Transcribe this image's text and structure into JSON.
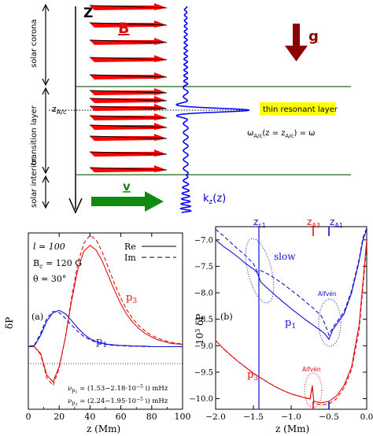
{
  "top": {
    "axis_z": "Z",
    "label_B": "B",
    "label_g": "g",
    "label_v": "v",
    "label_kz_main": "k",
    "label_kz_sub": "z",
    "label_kz_arg": "(z)",
    "label_zAc_main": "z",
    "label_zAc_sub": "A/c",
    "resonant_layer": "thin resonant layer",
    "res_eq_omega": "ω",
    "res_eq_sub": "A/c",
    "res_eq_mid": "(z = z",
    "res_eq_sub2": "A/c",
    "res_eq_end": ") = ω",
    "region_corona": "solar corona",
    "region_transition": "transition layer",
    "region_interior": "solar interior",
    "colors": {
      "field_arrow": "#ff0000",
      "wave": "#0000ff",
      "g_arrow": "#8b0000",
      "v_arrow": "#118a11",
      "boundary": "#1e6b1e",
      "highlight": "#ffff00"
    }
  },
  "panel_a": {
    "panel_label": "(a)",
    "ylabel": "δP",
    "xlabel": "z  (Mm)",
    "param_l": "l = 100",
    "param_B": "B",
    "param_B_sub": "c",
    "param_B_val": " = 120 G",
    "param_theta": "θ = 30°",
    "legend_re": "Re",
    "legend_im": "Im",
    "curve_p3": "p",
    "curve_p3_sub": "3",
    "curve_p1": "p",
    "curve_p1_sub": "1",
    "nu_p1_lhs": "ν",
    "nu_p1_sub": "p",
    "nu_p1_subsub": "1",
    "nu_p1_rhs": " = (1.53−2.18⋅10",
    "nu_p1_exp": "−5",
    "nu_p1_tail": " i) mHz",
    "nu_p3_lhs": "ν",
    "nu_p3_sub": "p",
    "nu_p3_subsub": "3",
    "nu_p3_rhs": " = (2.24−1.95⋅10",
    "nu_p3_exp": "−5",
    "nu_p3_tail": " i) mHz",
    "x_ticks": [
      "0",
      "20",
      "40",
      "60",
      "80",
      "100"
    ]
  },
  "panel_b": {
    "panel_label": "(b)",
    "ylabel_pre": "10",
    "ylabel_exp": "3",
    "ylabel_post": " δP",
    "xlabel": "z  (Mm)",
    "label_slow": "slow",
    "label_alfven_1": "Alfvén",
    "label_alfven_2": "Alfvén",
    "curve_p1": "p",
    "curve_p1_sub": "1",
    "curve_p3": "p",
    "curve_p3_sub": "3",
    "mark_zc1": "z",
    "mark_zc1_sub": "c1",
    "mark_zA3": "z",
    "mark_zA3_sub": "A3",
    "mark_zA1": "z",
    "mark_zA1_sub": "A1",
    "x_ticks": [
      "−2.0",
      "−1.5",
      "−1.0",
      "−0.5",
      "0.0"
    ],
    "y_ticks": [
      "−7.0",
      "−7.5",
      "−8.0",
      "−8.5",
      "−9.0",
      "−9.5",
      "−10.0"
    ]
  },
  "chart_data": [
    {
      "type": "line",
      "panel": "a",
      "xlabel": "z  (Mm)",
      "ylabel": "δP",
      "xlim": [
        0,
        100
      ],
      "x_ticks": [
        0,
        20,
        40,
        60,
        80,
        100
      ],
      "series": [
        {
          "name": "p3 Re",
          "x": [
            0,
            4,
            8,
            12,
            16,
            20,
            24,
            28,
            32,
            36,
            40,
            44,
            48,
            52,
            56,
            60,
            64,
            68,
            72,
            76,
            80,
            84,
            88,
            92,
            96,
            100
          ],
          "y": [
            0,
            0,
            -0.12,
            -0.5,
            -0.62,
            -0.35,
            0.15,
            0.8,
            1.35,
            1.68,
            1.78,
            1.7,
            1.5,
            1.24,
            0.98,
            0.75,
            0.56,
            0.42,
            0.31,
            0.23,
            0.17,
            0.12,
            0.09,
            0.06,
            0.05,
            0.04
          ]
        },
        {
          "name": "p3 Im",
          "x": [
            0,
            4,
            8,
            12,
            16,
            20,
            24,
            28,
            32,
            36,
            40,
            44,
            48,
            52,
            56,
            60,
            64,
            68,
            72,
            76,
            80,
            84,
            88,
            92,
            96,
            100
          ],
          "y": [
            0,
            0,
            -0.14,
            -0.55,
            -0.68,
            -0.38,
            0.16,
            0.86,
            1.45,
            1.82,
            1.96,
            1.88,
            1.66,
            1.38,
            1.1,
            0.85,
            0.64,
            0.48,
            0.36,
            0.27,
            0.2,
            0.15,
            0.11,
            0.08,
            0.06,
            0.05
          ]
        },
        {
          "name": "p1 Re",
          "x": [
            0,
            4,
            8,
            12,
            16,
            20,
            24,
            28,
            32,
            36,
            40,
            44,
            48,
            52,
            56,
            60,
            64,
            68,
            72,
            76,
            80,
            84,
            88,
            92,
            96,
            100
          ],
          "y": [
            0,
            0.02,
            0.2,
            0.45,
            0.6,
            0.64,
            0.58,
            0.46,
            0.33,
            0.22,
            0.14,
            0.09,
            0.06,
            0.04,
            0.03,
            0.02,
            0.02,
            0.01,
            0.01,
            0.01,
            0,
            0,
            0,
            0,
            0,
            0
          ]
        },
        {
          "name": "p1 Im",
          "x": [
            0,
            4,
            8,
            12,
            16,
            20,
            24,
            28,
            32,
            36,
            40,
            44,
            48,
            52,
            56,
            60,
            64,
            68,
            72,
            76,
            80,
            84,
            88,
            92,
            96,
            100
          ],
          "y": [
            0,
            0.03,
            0.24,
            0.5,
            0.62,
            0.6,
            0.5,
            0.38,
            0.27,
            0.18,
            0.12,
            0.08,
            0.05,
            0.03,
            0.02,
            0.02,
            0.01,
            0.01,
            0.01,
            0,
            0,
            0,
            0,
            0,
            0,
            0
          ]
        }
      ]
    },
    {
      "type": "line",
      "panel": "b",
      "xlabel": "z  (Mm)",
      "ylabel": "10³ δP",
      "xlim": [
        -2.0,
        0.0
      ],
      "ylim": [
        -10.2,
        -6.75
      ],
      "x_ticks": [
        -2.0,
        -1.5,
        -1.0,
        -0.5,
        0.0
      ],
      "y_ticks": [
        -7.0,
        -7.5,
        -8.0,
        -8.5,
        -9.0,
        -9.5,
        -10.0
      ],
      "series": [
        {
          "name": "p1 Re",
          "x": [
            -2.0,
            -1.9,
            -1.8,
            -1.7,
            -1.6,
            -1.5,
            -1.45,
            -1.4,
            -1.3,
            -1.2,
            -1.1,
            -1.0,
            -0.9,
            -0.8,
            -0.7,
            -0.6,
            -0.55,
            -0.5,
            -0.45,
            -0.4,
            -0.3,
            -0.2,
            -0.1,
            -0.05,
            0.0
          ],
          "y": [
            -7.0,
            -7.12,
            -7.22,
            -7.33,
            -7.45,
            -7.55,
            -7.62,
            -7.8,
            -7.93,
            -8.06,
            -8.18,
            -8.3,
            -8.41,
            -8.52,
            -8.62,
            -8.72,
            -8.78,
            -8.88,
            -8.7,
            -8.6,
            -8.4,
            -8.0,
            -7.4,
            -7.0,
            -6.8
          ]
        },
        {
          "name": "p1 Im",
          "x": [
            -2.0,
            -1.9,
            -1.8,
            -1.7,
            -1.6,
            -1.5,
            -1.45,
            -1.4,
            -1.3,
            -1.2,
            -1.1,
            -1.0,
            -0.9,
            -0.8,
            -0.7,
            -0.6,
            -0.55,
            -0.5,
            -0.45,
            -0.4,
            -0.3,
            -0.2,
            -0.1,
            -0.05,
            0.0
          ],
          "y": [
            -6.8,
            -6.92,
            -7.05,
            -7.18,
            -7.3,
            -7.45,
            -7.6,
            -7.58,
            -7.65,
            -7.74,
            -7.84,
            -7.95,
            -8.06,
            -8.18,
            -8.3,
            -8.44,
            -8.6,
            -8.8,
            -8.66,
            -8.56,
            -8.36,
            -7.96,
            -7.36,
            -6.96,
            -6.78
          ]
        },
        {
          "name": "p3 Re",
          "x": [
            -2.0,
            -1.9,
            -1.8,
            -1.7,
            -1.6,
            -1.5,
            -1.4,
            -1.3,
            -1.2,
            -1.1,
            -1.0,
            -0.9,
            -0.8,
            -0.75,
            -0.72,
            -0.7,
            -0.6,
            -0.5,
            -0.4,
            -0.3,
            -0.2,
            -0.1,
            -0.05,
            0.0
          ],
          "y": [
            -8.9,
            -9.05,
            -9.18,
            -9.3,
            -9.41,
            -9.52,
            -9.61,
            -9.7,
            -9.78,
            -9.85,
            -9.91,
            -9.95,
            -9.99,
            -10.0,
            -9.75,
            -10.05,
            -10.08,
            -10.05,
            -9.95,
            -9.75,
            -9.4,
            -8.6,
            -7.8,
            -7.0
          ]
        },
        {
          "name": "p3 Im",
          "x": [
            -2.0,
            -1.9,
            -1.8,
            -1.7,
            -1.6,
            -1.5,
            -1.4,
            -1.3,
            -1.2,
            -1.1,
            -1.0,
            -0.9,
            -0.8,
            -0.75,
            -0.72,
            -0.7,
            -0.6,
            -0.5,
            -0.4,
            -0.3,
            -0.2,
            -0.1,
            -0.05,
            0.0
          ],
          "y": [
            -8.9,
            -9.05,
            -9.18,
            -9.3,
            -9.41,
            -9.52,
            -9.61,
            -9.7,
            -9.78,
            -9.85,
            -9.91,
            -9.95,
            -9.99,
            -10.02,
            -9.78,
            -10.08,
            -10.12,
            -10.1,
            -10.0,
            -9.8,
            -9.45,
            -8.7,
            -7.9,
            -7.1
          ]
        }
      ]
    }
  ]
}
